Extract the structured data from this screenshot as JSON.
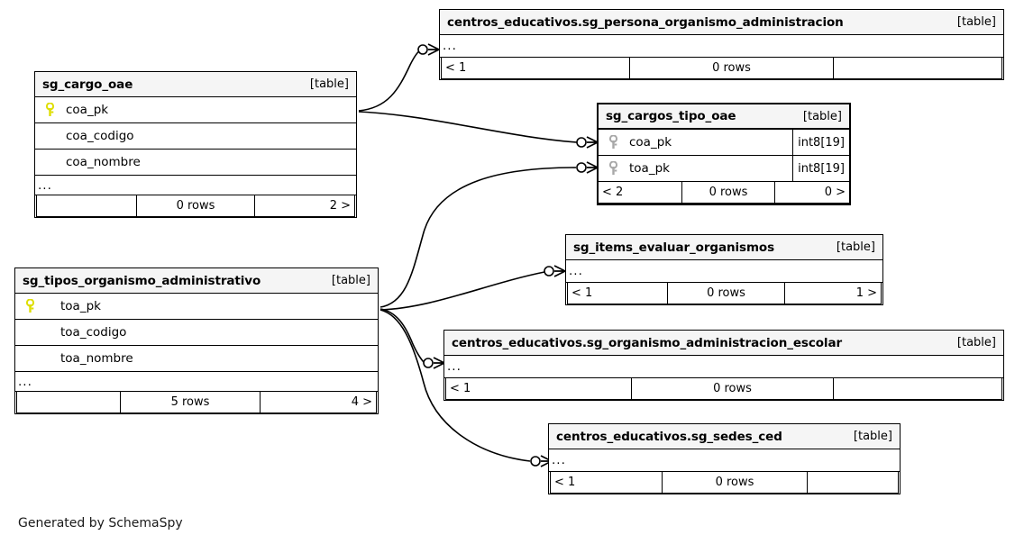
{
  "diagram": {
    "tool_note": "Generated by SchemaSpy",
    "kind_label": "[table]",
    "ellipsis": "...",
    "key_icon_name": "primary-key-icon"
  },
  "tables": [
    {
      "id": "sg_cargo_oae",
      "name": "sg_cargo_oae",
      "kind": "[table]",
      "columns": [
        {
          "name": "coa_pk",
          "key": "primary",
          "type": ""
        },
        {
          "name": "coa_codigo",
          "key": "none",
          "type": ""
        },
        {
          "name": "coa_nombre",
          "key": "none",
          "type": ""
        }
      ],
      "has_ellipsis": true,
      "footer": {
        "left": "",
        "mid": "0 rows",
        "right": "2 >"
      }
    },
    {
      "id": "sg_persona_organismo_administracion",
      "name": "centros_educativos.sg_persona_organismo_administracion",
      "kind": "[table]",
      "columns": [],
      "has_ellipsis": true,
      "footer": {
        "left": "< 1",
        "mid": "0 rows",
        "right": ""
      }
    },
    {
      "id": "sg_cargos_tipo_oae",
      "name": "sg_cargos_tipo_oae",
      "kind": "[table]",
      "main": true,
      "columns": [
        {
          "name": "coa_pk",
          "key": "primary-grey",
          "type": "int8[19]"
        },
        {
          "name": "toa_pk",
          "key": "primary-grey",
          "type": "int8[19]"
        }
      ],
      "has_ellipsis": false,
      "footer": {
        "left": "< 2",
        "mid": "0 rows",
        "right": "0 >"
      }
    },
    {
      "id": "sg_tipos_organismo_administrativo",
      "name": "sg_tipos_organismo_administrativo",
      "kind": "[table]",
      "columns": [
        {
          "name": "toa_pk",
          "key": "primary",
          "type": ""
        },
        {
          "name": "toa_codigo",
          "key": "none",
          "type": ""
        },
        {
          "name": "toa_nombre",
          "key": "none",
          "type": ""
        }
      ],
      "has_ellipsis": true,
      "footer": {
        "left": "",
        "mid": "5 rows",
        "right": "4 >"
      }
    },
    {
      "id": "sg_items_evaluar_organismos",
      "name": "sg_items_evaluar_organismos",
      "kind": "[table]",
      "columns": [],
      "has_ellipsis": true,
      "footer": {
        "left": "< 1",
        "mid": "0 rows",
        "right": "1 >"
      }
    },
    {
      "id": "sg_organismo_administracion_escolar",
      "name": "centros_educativos.sg_organismo_administracion_escolar",
      "kind": "[table]",
      "columns": [],
      "has_ellipsis": true,
      "footer": {
        "left": "< 1",
        "mid": "0 rows",
        "right": ""
      }
    },
    {
      "id": "sg_sedes_ced",
      "name": "centros_educativos.sg_sedes_ced",
      "kind": "[table]",
      "columns": [],
      "has_ellipsis": true,
      "footer": {
        "left": "< 1",
        "mid": "0 rows",
        "right": ""
      }
    }
  ],
  "relationships": [
    {
      "from": "sg_cargo_oae",
      "to": "sg_persona_organismo_administracion"
    },
    {
      "from": "sg_cargo_oae",
      "to": "sg_cargos_tipo_oae"
    },
    {
      "from": "sg_tipos_organismo_administrativo",
      "to": "sg_cargos_tipo_oae"
    },
    {
      "from": "sg_tipos_organismo_administrativo",
      "to": "sg_items_evaluar_organismos"
    },
    {
      "from": "sg_tipos_organismo_administrativo",
      "to": "sg_organismo_administracion_escolar"
    },
    {
      "from": "sg_tipos_organismo_administrativo",
      "to": "sg_sedes_ced"
    }
  ],
  "colors": {
    "header_bg": "#f5f5f5",
    "border": "#000000",
    "pk_key": "#e8e800",
    "pk_key_grey": "#a0a0a0",
    "background": "#ffffff"
  }
}
